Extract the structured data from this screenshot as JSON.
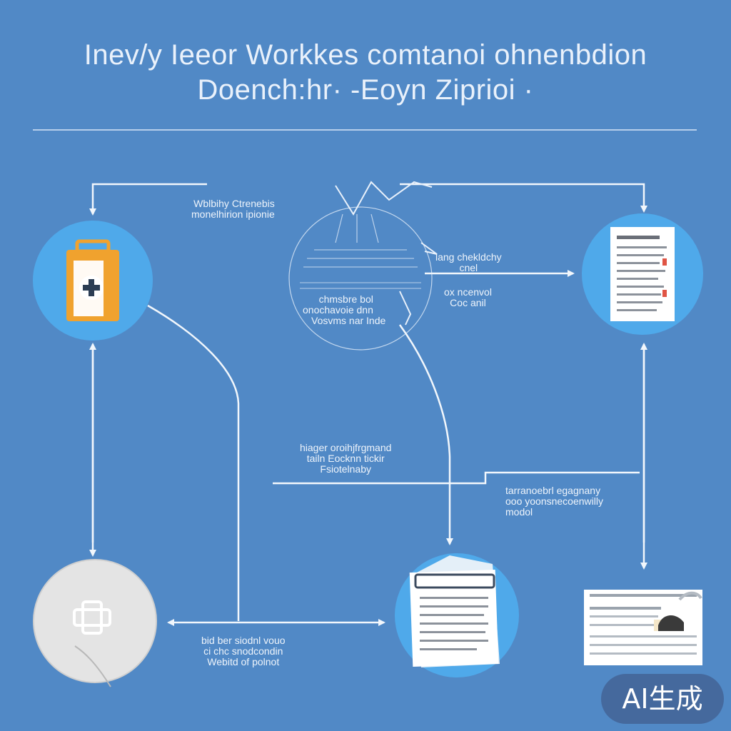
{
  "diagram": {
    "title_line1": "Inev/y Ieeor  Workkes comtanoi ohnenbdion",
    "title_line2": "Doench:hr·  -Eoyn  Ziprioi ·",
    "captions": {
      "top_left": "Wblbihy Ctrenebis\nmonelhirion ipionie",
      "center_right_1": "lang chekldchy\ncnel",
      "center_right_2": "ox ncenvol\nCoc anil",
      "hub_1": "chmsbre bol\nonochavoie dnn",
      "hub_2": "Vosvms nar Inde",
      "middle": "hiager oroihjfrgmand\ntailn Eocknn tickir\nFsiotelnaby",
      "middle_right": "tarranoebrl egagnany\nooo yoonsnecoenwilly\nmodol",
      "bottom": "bid ber siodnl vouo\nci chc snodcondin\nWebitd of polnot"
    },
    "badge": "AI生成"
  },
  "colors": {
    "background": "#5189c6",
    "node_fill": "#4fa9ea",
    "line": "#f2f7fc",
    "accent_orange": "#f0a22e",
    "accent_red": "#e05545"
  },
  "icons": [
    "first-aid-kit-icon",
    "document-icon",
    "medical-cross-icon",
    "report-icon",
    "id-card-icon",
    "hub-globe-icon"
  ]
}
